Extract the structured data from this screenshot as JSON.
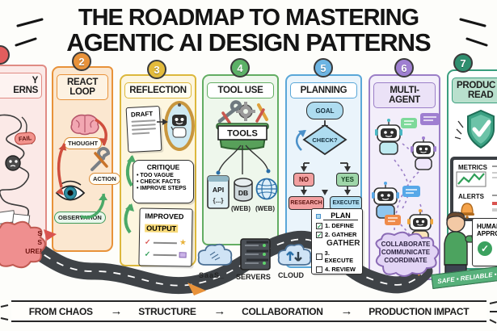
{
  "title": {
    "line1": "THE ROADMAP TO MASTERING",
    "line2": "AGENTIC AI DESIGN PATTERNS"
  },
  "columns": [
    {
      "title_line1": "Y",
      "title_line2": "ERNS",
      "fail_label": "FAIL",
      "burst_line1": "S",
      "burst_line2": "S",
      "burst_line3": "URE!",
      "badge_color": "#e25d5d",
      "border_color": "#e08b84",
      "bg_color": "#fbe9e7"
    },
    {
      "number": "2",
      "title_line1": "REACT",
      "title_line2": "LOOP",
      "thought_label": "THOUGHT",
      "action_label": "ACTION",
      "observation_label": "OBSERVATION",
      "badge_color": "#e8923a",
      "border_color": "#e8923a",
      "bg_color": "#fbe7d0"
    },
    {
      "number": "3",
      "title": "REFLECTION",
      "draft_label": "DRAFT",
      "critique_title": "CRITIQUE",
      "critique_item1": "• TOO VAGUE",
      "critique_item2": "• CHECK FACTS",
      "critique_item3": "• IMPROVE STEPS",
      "improved_line1": "IMPROVED",
      "improved_line2": "OUTPUT",
      "badge_color": "#e3bb3c",
      "border_color": "#dcb83c",
      "bg_color": "#fdf6df"
    },
    {
      "number": "4",
      "title": "TOOL USE",
      "toolbox_label": "TOOLS",
      "api_label": "API",
      "api_braces": "{...}",
      "db_label": "DB",
      "db_sub": "(WEB)",
      "globe_sub": "(WEB)",
      "badge_color": "#5cb167",
      "border_color": "#63ad63",
      "bg_color": "#eef7ec"
    },
    {
      "number": "5",
      "title": "PLANNING",
      "goal": "GOAL",
      "check": "CHECK?",
      "no": "NO",
      "yes": "YES",
      "research": "RESEARCH",
      "execute": "EXECUTE",
      "plan_title": "PLAN",
      "plan_item1": "1. DEFINE",
      "plan_item2": "2. GATHER",
      "plan_item2_dup": "GATHER",
      "plan_item3": "3. EXECUTE",
      "plan_item4": "4. REVIEW",
      "badge_color": "#6db5e3",
      "border_color": "#5aa7d8",
      "bg_color": "#eaf4fb"
    },
    {
      "number": "6",
      "title_line1": "MULTI-",
      "title_line2": "AGENT",
      "cloud_line1": "COLLABORATE",
      "cloud_line2": "COMMUNICATE",
      "cloud_line3": "COORDINATE",
      "badge_color": "#9f7fd1",
      "border_color": "#9b7fc7",
      "bg_color": "#f3eefa"
    },
    {
      "number": "7",
      "title_line1": "PRODUC",
      "title_line2": "READ",
      "metrics_label": "METRICS",
      "alerts_label": "ALERTS",
      "approval_line1": "HUMAN",
      "approval_line2": "APPROV",
      "ribbon": "SAFE • RELIABLE •",
      "badge_color": "#2f8f6f",
      "border_color": "#3a9e7e",
      "bg_color": "#ffffff"
    }
  ],
  "road_labels": {
    "saas": "SaaS_",
    "servers": "SERVERS",
    "cloud": "CLOUD"
  },
  "footer": {
    "step1": "FROM CHAOS",
    "step2": "STRUCTURE",
    "step3": "COLLABORATION",
    "step4": "PRODUCTION IMPACT",
    "arrow": "→"
  },
  "icons": {
    "check": "✓",
    "star": "★"
  },
  "colors": {
    "title_ink": "#141414",
    "road": "#3f4347",
    "road_dash": "#ffffff",
    "footer_ink": "#1b1b1b",
    "burst_bg": "#ef8f8f",
    "cloud6_bg": "#e2d4f5",
    "ribbon_bg": "#57b07a",
    "toolbox_green": "#58a05a"
  }
}
